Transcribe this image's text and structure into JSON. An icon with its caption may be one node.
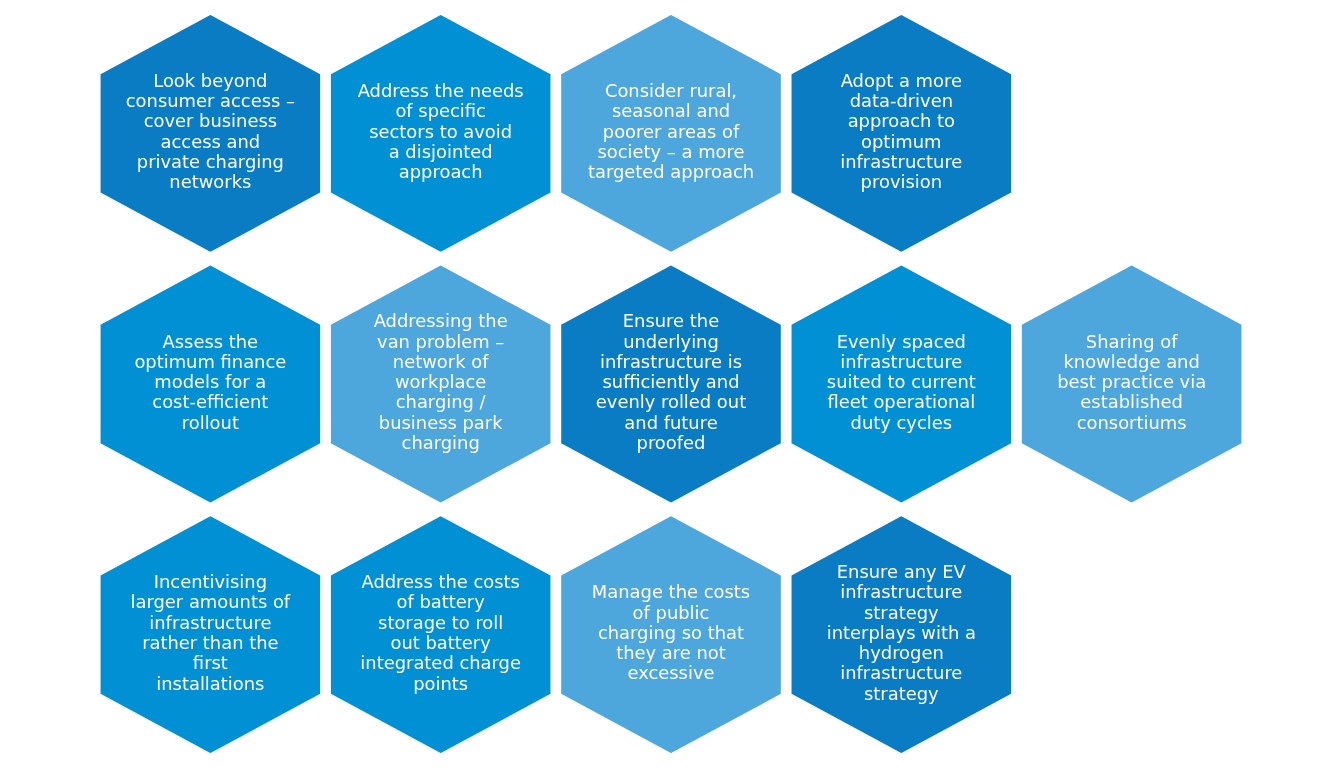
{
  "diagram": {
    "nodes": [
      {
        "text": [
          "Look beyond consumer access – cover business access and private charging networks"
        ]
      },
      {
        "text": [
          "Address the needs of specific sectors to avoid a disjointed approach"
        ]
      },
      {
        "text": [
          "Consider rural, seasonal and poorer areas of society – a more targeted approach"
        ]
      },
      {
        "text": [
          "Adopt a more data-driven approach to optimum infrastructure provision"
        ]
      },
      {
        "text": [
          "Assess the optimum finance models for a cost-efficient rollout"
        ]
      },
      {
        "text": [
          "Addressing the van problem – network of workplace charging / business park charging"
        ]
      },
      {
        "text": [
          "Ensure the underlying infrastructure is sufficiently and evenly rolled out and future proofed"
        ]
      },
      {
        "text": [
          "Evenly spaced infrastructure suited to current fleet operational duty cycles"
        ]
      },
      {
        "text": [
          "Sharing of knowledge and best practice via established consortiums"
        ]
      },
      {
        "text": [
          "Incentivising larger amounts of infrastructure rather than the first installations"
        ]
      },
      {
        "text": [
          "Address the costs of battery storage to roll out battery integrated charge points"
        ]
      },
      {
        "text": [
          "Manage the costs of public charging so that they are not excessive"
        ]
      },
      {
        "text": [
          "Ensure any EV infrastructure strategy interplays with a hydrogen infrastructure strategy"
        ]
      }
    ]
  }
}
